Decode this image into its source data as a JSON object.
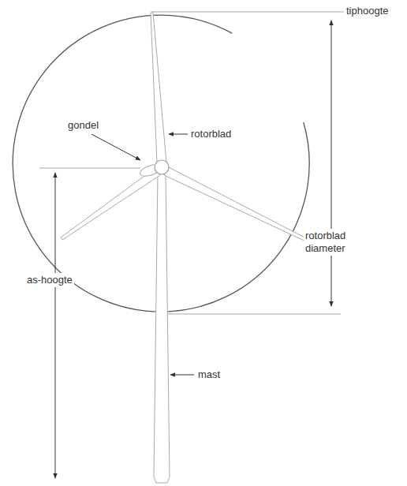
{
  "diagram": {
    "labels": [
      "tiphoogte",
      "gondel",
      "rotorblad",
      "rotorblad diameter",
      "as-hoogte",
      "mast"
    ]
  }
}
